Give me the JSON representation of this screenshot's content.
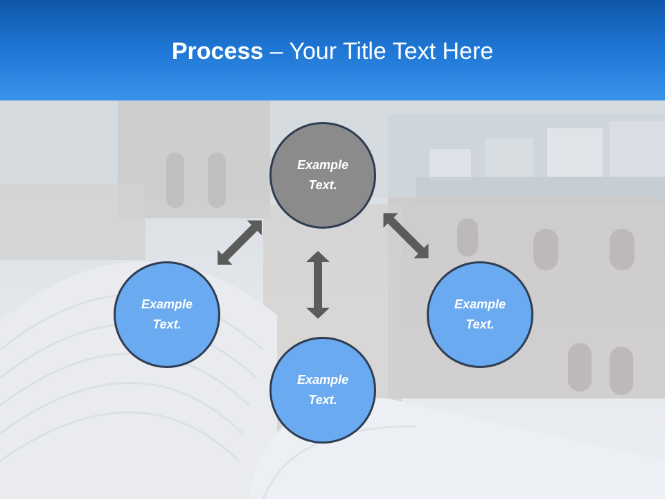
{
  "header": {
    "title_strong": "Process",
    "title_rest": " – Your Title Text Here"
  },
  "nodes": {
    "top": "Example Text.",
    "left": "Example Text.",
    "right": "Example Text.",
    "bottom": "Example Text."
  },
  "colors": {
    "header": "#1f77d6",
    "node_top": "#8b8b8b",
    "node_other": "#6aaaf0",
    "node_border": "#2f3d52",
    "arrow": "#5b5b5b"
  }
}
